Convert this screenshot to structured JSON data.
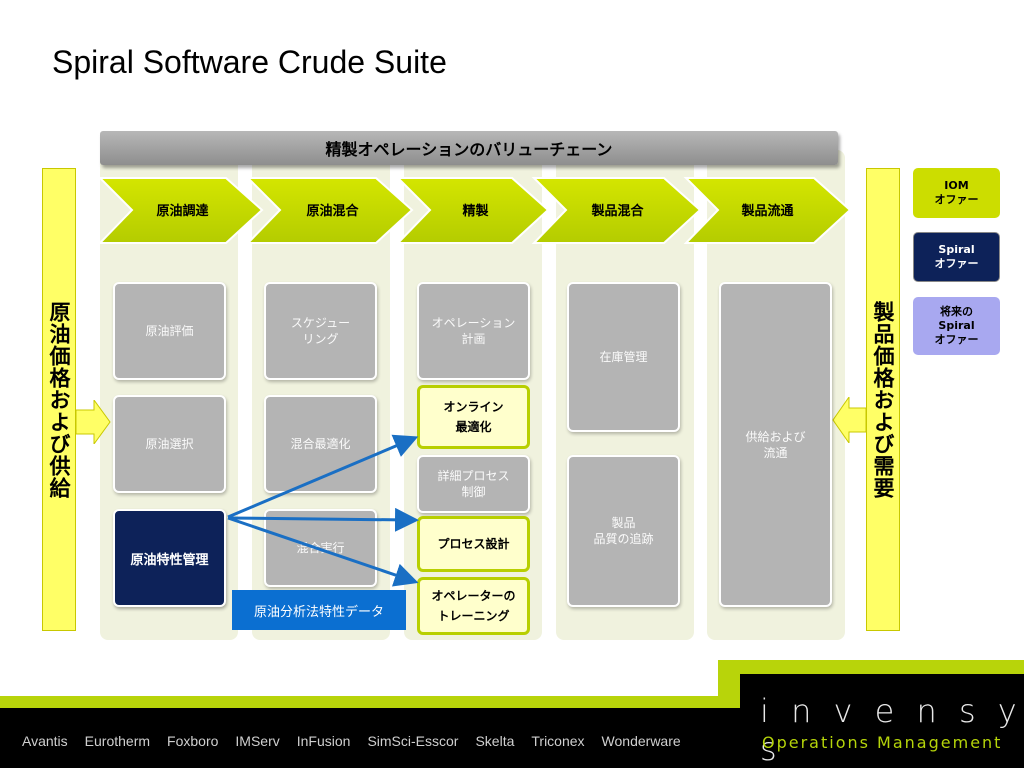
{
  "title": "Spiral Software Crude Suite",
  "value_chain_label": "精製オペレーションのバリューチェーン",
  "left_side_label": "原油価格および供給",
  "right_side_label": "製品価格および需要",
  "stages": [
    "原油調達",
    "原油混合",
    "精製",
    "製品混合",
    "製品流通"
  ],
  "col1": {
    "box1": "原油評価",
    "box2": "原油選択",
    "box3": "原油特性管理"
  },
  "col2": {
    "box1": "スケジュー\nリング",
    "box2": "混合最適化",
    "box3": "混合実行"
  },
  "col3": {
    "box1": "オペレーション\n計画",
    "box2": "オンライン\n最適化",
    "box3": "詳細プロセス\n制御",
    "box4": "プロセス設計",
    "box5": "オペレーターの\nトレーニング"
  },
  "col4": {
    "box1": "在庫管理",
    "box2": "製品\n品質の追跡"
  },
  "col5": {
    "box1": "供給および\n流通"
  },
  "crude_data_label": "原油分析法特性データ",
  "legend": [
    {
      "label": "IOM\nオファー",
      "bg": "#ccdd00",
      "color": "#000000"
    },
    {
      "label": "Spiral\nオファー",
      "bg": "#0d2259",
      "color": "#ffffff"
    },
    {
      "label": "将来の\nSpiral\nオファー",
      "bg": "#a8a8f0",
      "color": "#000000"
    }
  ],
  "footer": {
    "brands": [
      "Avantis",
      "Eurotherm",
      "Foxboro",
      "IMServ",
      "InFusion",
      "SimSci-Esscor",
      "Skelta",
      "Triconex",
      "Wonderware"
    ],
    "logo": "i n v e n s y s",
    "tagline": "Operations Management"
  },
  "colors": {
    "accent_green": "#ccdd00",
    "navy": "#0d2259",
    "arrow_blue": "#1a6fc4"
  }
}
